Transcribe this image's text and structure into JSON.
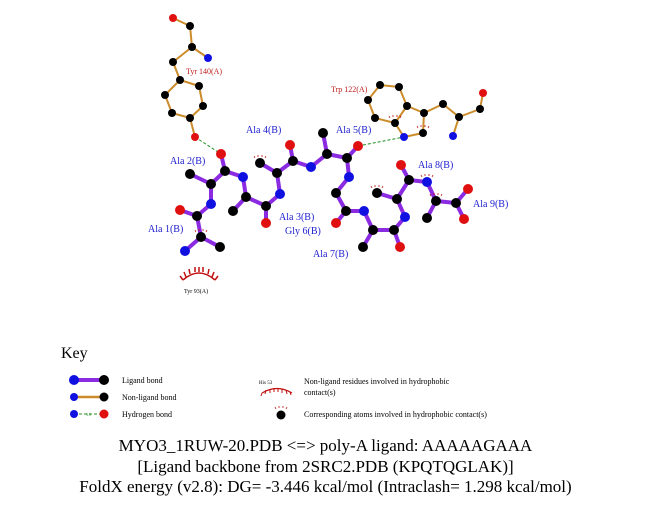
{
  "residues": {
    "tyr140": "Tyr 140(A)",
    "trp122": "Trp 122(A)",
    "tyr93": "Tyr 93(A)",
    "ala1": "Ala 1(B)",
    "ala2": "Ala 2(B)",
    "ala3": "Ala 3(B)",
    "ala4": "Ala 4(B)",
    "ala5": "Ala 5(B)",
    "gly6": "Gly 6(B)",
    "ala7": "Ala 7(B)",
    "ala8": "Ala 8(B)",
    "ala9": "Ala 9(B)"
  },
  "key": {
    "title": "Key",
    "ligand_bond": "Ligand bond",
    "nonligand_bond": "Non-ligand bond",
    "hydrogen_bond": "Hydrogen bond",
    "hbond_dist": "3.0",
    "example_residue": "His 53",
    "hydrophobic_residues": "Non-ligand residues involved in hydrophobic",
    "hydrophobic_residues_2": "contact(s)",
    "hydrophobic_atoms": "Corresponding atoms involved in hydrophobic contact(s)"
  },
  "caption": {
    "line1": "MYO3_1RUW-20.PDB <=> poly-A ligand: AAAAAGAAA",
    "line2": "[Ligand backbone from 2SRC2.PDB (KPQTQGLAK)]",
    "line3": "FoldX energy (v2.8): DG= -3.446 kcal/mol (Intraclash= 1.298 kcal/mol)"
  },
  "colors": {
    "ligand": "#8a2be2",
    "nonligand": "#cc8c2c",
    "carbon": "#000000",
    "nitrogen": "#1010e0",
    "oxygen": "#e01010",
    "hbond": "#209020",
    "hydrophobic": "#c01010"
  }
}
